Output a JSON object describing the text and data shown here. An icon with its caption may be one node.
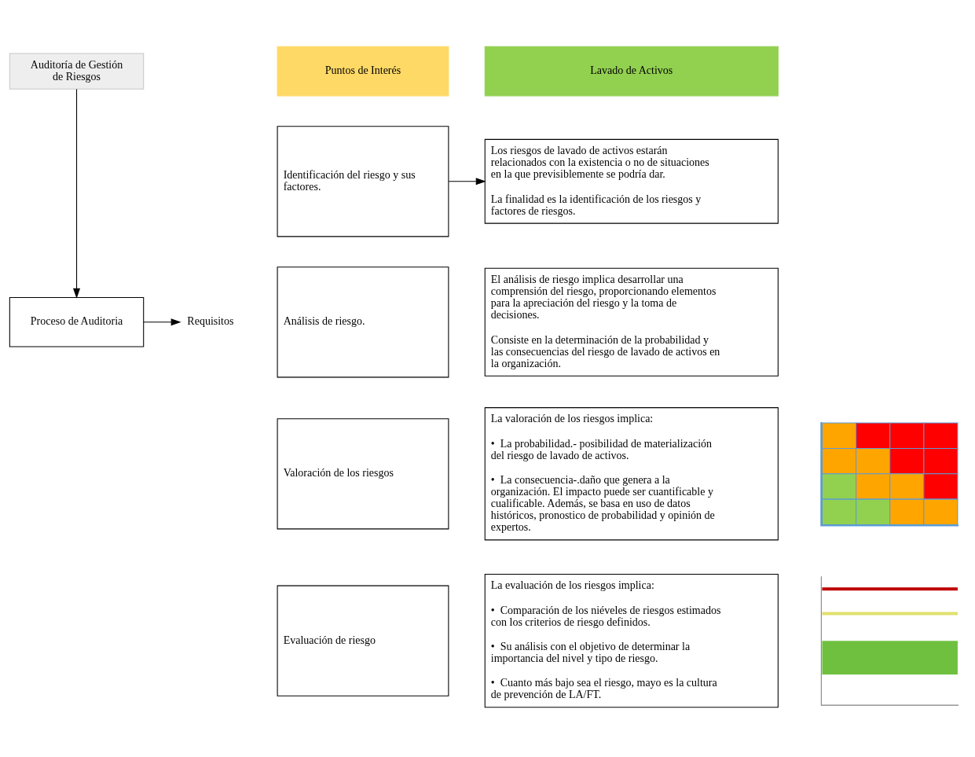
{
  "diagram": {
    "nodes": [
      {
        "text": [
          "Auditoría de Gestión de Riesgos"
        ]
      },
      {
        "text": [
          "Puntos de Interés"
        ]
      },
      {
        "text": [
          "Lavado de Activos"
        ]
      },
      {
        "text": [
          "Proceso de Auditoria"
        ]
      },
      {
        "text": [
          "Requisitos"
        ]
      },
      {
        "text": [
          "Identificación del riesgo y sus factores."
        ]
      },
      {
        "text": [
          "Los riesgos de lavado de activos estarán relacionados con la existencia o no de situaciones en la que previsiblemente se podría dar.",
          "La finalidad es la identificación de los riesgos y factores de riesgos."
        ]
      },
      {
        "text": [
          "Análisis de riesgo."
        ]
      },
      {
        "text": [
          "El análisis de riesgo implica desarrollar una comprensión del riesgo, proporcionando elementos para la apreciación del riesgo y la toma de decisiones.",
          "Consiste en la determinación de la probabilidad y las consecuencias del riesgo de lavado de activos en la organización."
        ]
      },
      {
        "text": [
          "Valoración de los riesgos"
        ]
      },
      {
        "text": [
          "La valoración de los riesgos implica:",
          "•  La probabilidad.- posibilidad de materialización del riesgo de lavado de activos.",
          "•  La consecuencia-.daño que genera a la organización. El impacto puede ser cuantificable y cualificable. Además, se basa en uso de datos históricos, pronostico de probabilidad y opinión de expertos."
        ]
      },
      {
        "text": [],
        "shape": "picture"
      },
      {
        "text": [
          "Evaluación de riesgo"
        ]
      },
      {
        "text": [
          "La evaluación de los riesgos implica:",
          "•  Comparación de los niéveles de riesgos estimados con los criterios de riesgo definidos.",
          "•  Su análisis con el objetivo de determinar la importancia del nivel y tipo de riesgo.",
          "•  Cuanto más bajo sea el riesgo, mayo es la cultura de prevención de LA/FT."
        ]
      },
      {
        "text": [],
        "shape": "picture"
      }
    ],
    "edges": [
      {
        "from": 0,
        "to": 3,
        "arrow": "to"
      },
      {
        "from": 3,
        "to": 4,
        "arrow": "to"
      },
      {
        "from": 5,
        "to": 6,
        "arrow": "to"
      }
    ]
  }
}
